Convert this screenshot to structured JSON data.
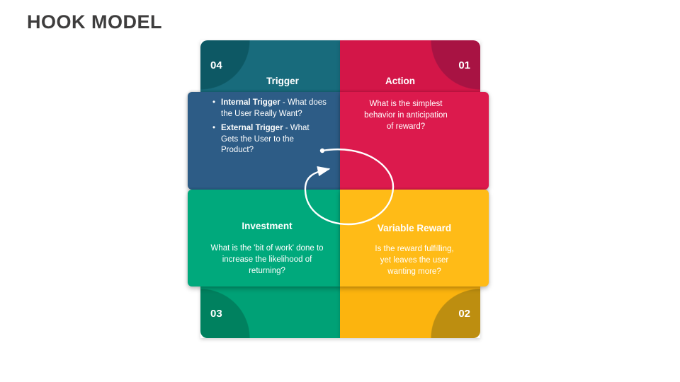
{
  "slide": {
    "title": "HOOK MODEL"
  },
  "quadrants": {
    "trigger": {
      "number": "04",
      "title": "Trigger",
      "bullets": [
        {
          "lead": "Internal Trigger",
          "rest": " - What does the User Really Want?"
        },
        {
          "lead": "External Trigger",
          "rest": " - What Gets the User to the Product?"
        }
      ]
    },
    "action": {
      "number": "01",
      "title": "Action",
      "body": "What is the simplest behavior in anticipation of reward?"
    },
    "investment": {
      "number": "03",
      "title": "Investment",
      "body": "What is the 'bit of work' done to increase the likelihood of returning?"
    },
    "variable_reward": {
      "number": "02",
      "title": "Variable Reward",
      "body": "Is the reward fulfilling, yet leaves the user wanting more?"
    }
  },
  "icons": {
    "cycle_arrow": "circular-loop-arrow"
  },
  "colors": {
    "title_text": "#3e3d3d",
    "trigger_fill": "#186b7c",
    "trigger_panel": "#2d5c86",
    "trigger_tab": "#0d5864",
    "action_fill": "#d31648",
    "action_panel": "#dc1a4d",
    "action_tab": "#a81343",
    "investment_fill": "#00a176",
    "investment_panel": "#00a97c",
    "investment_tab": "#00815f",
    "variable_reward_fill": "#fcb40e",
    "variable_reward_panel": "#ffbb17",
    "variable_reward_tab": "#bd8e10",
    "body_text": "#ffffff",
    "arrow": "#ffffff"
  }
}
